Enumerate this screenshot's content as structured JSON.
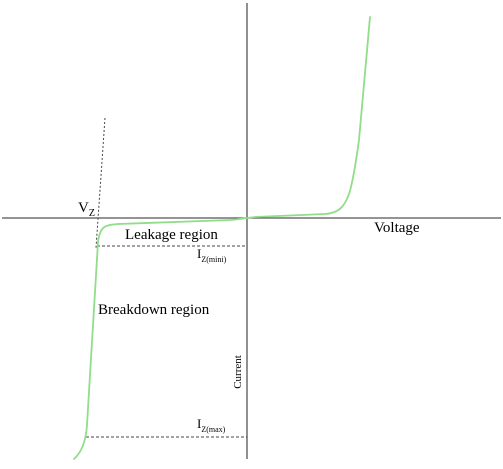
{
  "labels": {
    "vz_main": "V",
    "vz_sub": "Z",
    "leakage": "Leakage region",
    "iz_min_main": "I",
    "iz_min_sub": "Z(mini)",
    "breakdown": "Breakdown region",
    "iz_max_main": "I",
    "iz_max_sub": "Z(max)",
    "voltage": "Voltage",
    "current": "Current"
  },
  "colors": {
    "axis": "#555555",
    "curve": "#90dd8a",
    "dashed": "#444444",
    "text": "#000000"
  }
}
